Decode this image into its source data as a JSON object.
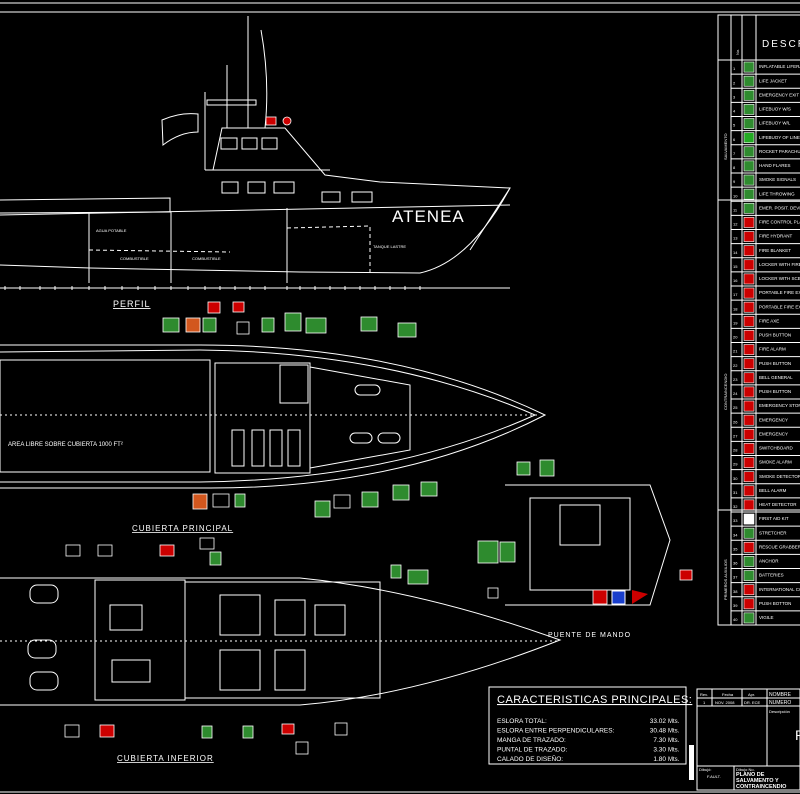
{
  "vessel_name": "ATENEA",
  "views": {
    "profile": "PERFIL",
    "main_deck": "CUBIERTA PRINCIPAL",
    "lower_deck": "CUBIERTA INFERIOR",
    "bridge": "PUENTE DE MANDO"
  },
  "deck_note": "AREA LIBRE SOBRE CUBIERTA 1000 FT²",
  "tanks": [
    "AGUA POTABLE",
    "COMBUSTIBLE",
    "COMBUSTIBLE",
    "TANQUE LASTRE"
  ],
  "characteristics": {
    "title": "CARACTERISTICAS PRINCIPALES:",
    "rows": [
      {
        "label": "ESLORA TOTAL:",
        "value": "33.02",
        "unit": "Mts."
      },
      {
        "label": "ESLORA ENTRE PERPENDICULARES:",
        "value": "30.48",
        "unit": "Mts."
      },
      {
        "label": "MANGA DE TRAZADO:",
        "value": "7.30",
        "unit": "Mts."
      },
      {
        "label": "PUNTAL DE TRAZADO:",
        "value": "3.30",
        "unit": "Mts."
      },
      {
        "label": "CALADO DE DISEÑO:",
        "value": "1.80",
        "unit": "Mts."
      }
    ]
  },
  "title_block": {
    "rev_header": "Rev.",
    "date_header": "Fecha",
    "apr_header": "Apr.",
    "name_header": "NOMBRE",
    "rev": "1",
    "date": "NOV. 2008",
    "apr": "DR. ECE",
    "number_label": "NUMERO",
    "description_label": "Descripción",
    "drawn_label": "Dibujó:",
    "drawn_by": "F.AULT.",
    "drawing_no_label": "Dibujo No.",
    "drawing_title": "PLANO DE SALVAMENTO Y CONTRAINCENDIO",
    "big_letter": "P"
  },
  "legend": {
    "title": "DESCRIPCION",
    "col_no": "No.",
    "sections": [
      "SALVAMENTO",
      "CONTRAINCENDIO",
      "PRIMEROS AUXILIOS"
    ],
    "items": [
      {
        "no": "1",
        "icon": "liferaft-icon",
        "color": "#2e8b2e",
        "text": "INFLATABLE LIFERAFT"
      },
      {
        "no": "2",
        "icon": "life-jacket-icon",
        "color": "#2e8b2e",
        "text": "LIFE JACKET"
      },
      {
        "no": "3",
        "icon": "emergency-exit-icon",
        "color": "#2e8b2e",
        "text": "EMERGENCY EXIT"
      },
      {
        "no": "4",
        "icon": "lifebuoy-icon",
        "color": "#2e8b2e",
        "text": "LIFEBUOY W/S"
      },
      {
        "no": "5",
        "icon": "lifebuoy-light-icon",
        "color": "#2e8b2e",
        "text": "LIFEBUOY W/L"
      },
      {
        "no": "6",
        "icon": "lifebuoy-line-icon",
        "color": "#22aa22",
        "text": "LIFEBUOY OF LINE"
      },
      {
        "no": "7",
        "icon": "rocket-flare-icon",
        "color": "#2e8b2e",
        "text": "ROCKET PARACHUTE"
      },
      {
        "no": "8",
        "icon": "hand-flare-icon",
        "color": "#2e8b2e",
        "text": "HAND FLARES"
      },
      {
        "no": "9",
        "icon": "smoke-signal-icon",
        "color": "#2e8b2e",
        "text": "SMOKE SIGNALS"
      },
      {
        "no": "10",
        "icon": "line-thrower-icon",
        "color": "#2e8b2e",
        "text": "LIFE THROWING"
      },
      {
        "no": "11",
        "icon": "epirb-icon",
        "color": "#2e8b2e",
        "text": "EMER. POSIT. DEVICE"
      },
      {
        "no": "12",
        "icon": "fire-control-plan-icon",
        "color": "#cc0000",
        "text": "FIRE CONTROL PLAN"
      },
      {
        "no": "13",
        "icon": "fire-hydrant-icon",
        "color": "#cc0000",
        "text": "FIRE HYDRANT"
      },
      {
        "no": "14",
        "icon": "fire-blanket-icon",
        "color": "#cc0000",
        "text": "FIRE BLANKET"
      },
      {
        "no": "15",
        "icon": "fire-locker-icon",
        "color": "#cc0000",
        "text": "LOCKER WITH FIRE"
      },
      {
        "no": "16",
        "icon": "fire-locker-icon",
        "color": "#cc0000",
        "text": "LOCKER WITH SCBA"
      },
      {
        "no": "17",
        "icon": "extinguisher-icon",
        "color": "#cc0000",
        "text": "PORTABLE FIRE EXT."
      },
      {
        "no": "18",
        "icon": "extinguisher-icon",
        "color": "#cc0000",
        "text": "PORTABLE FIRE EXT."
      },
      {
        "no": "19",
        "icon": "fire-axe-icon",
        "color": "#cc0000",
        "text": "FIRE AXE"
      },
      {
        "no": "20",
        "icon": "push-button-icon",
        "color": "#cc0000",
        "text": "PUSH BUTTON"
      },
      {
        "no": "21",
        "icon": "fire-alarm-icon",
        "color": "#cc0000",
        "text": "FIRE ALARM"
      },
      {
        "no": "22",
        "icon": "push-button-icon",
        "color": "#cc0000",
        "text": "PUSH BUTTON"
      },
      {
        "no": "23",
        "icon": "bell-icon",
        "color": "#cc0000",
        "text": "BELL GENERAL"
      },
      {
        "no": "24",
        "icon": "push-button-icon",
        "color": "#cc0000",
        "text": "PUSH BUTTON"
      },
      {
        "no": "25",
        "icon": "emergency-stop-icon",
        "color": "#cc0000",
        "text": "EMERGENCY STOP"
      },
      {
        "no": "26",
        "icon": "emergency-icon",
        "color": "#cc0000",
        "text": "EMERGENCY"
      },
      {
        "no": "27",
        "icon": "emergency-icon",
        "color": "#cc0000",
        "text": "EMERGENCY"
      },
      {
        "no": "28",
        "icon": "switchboard-icon",
        "color": "#cc0000",
        "text": "SWITCHBOARD"
      },
      {
        "no": "29",
        "icon": "smoke-alarm-icon",
        "color": "#cc0000",
        "text": "SMOKE ALARM"
      },
      {
        "no": "30",
        "icon": "smoke-detector-icon",
        "color": "#cc0000",
        "text": "SMOKE DETECTOR"
      },
      {
        "no": "31",
        "icon": "bell-alarm-icon",
        "color": "#cc0000",
        "text": "BELL ALARM"
      },
      {
        "no": "32",
        "icon": "heat-detector-icon",
        "color": "#cc0000",
        "text": "HEAT DETECTOR"
      },
      {
        "no": "33",
        "icon": "first-aid-icon",
        "color": "#ffffff",
        "text": "FIRST AID KIT"
      },
      {
        "no": "34",
        "icon": "stretcher-icon",
        "color": "#2e8b2e",
        "text": "STRETCHER"
      },
      {
        "no": "35",
        "icon": "rescue-grabber-icon",
        "color": "#cc0000",
        "text": "RESCUE GRABBER"
      },
      {
        "no": "36",
        "icon": "anchor-icon",
        "color": "#2e8b2e",
        "text": "ANCHOR"
      },
      {
        "no": "37",
        "icon": "battery-icon",
        "color": "#2e8b2e",
        "text": "BATTERIES"
      },
      {
        "no": "38",
        "icon": "signal-flag-icon",
        "color": "#cc0000",
        "text": "INTERNATIONAL CODE"
      },
      {
        "no": "39",
        "icon": "push-button-icon",
        "color": "#cc0000",
        "text": "PUSH BOTTON"
      },
      {
        "no": "40",
        "icon": "vigil-icon",
        "color": "#2e8b2e",
        "text": "VIGILE"
      }
    ]
  }
}
